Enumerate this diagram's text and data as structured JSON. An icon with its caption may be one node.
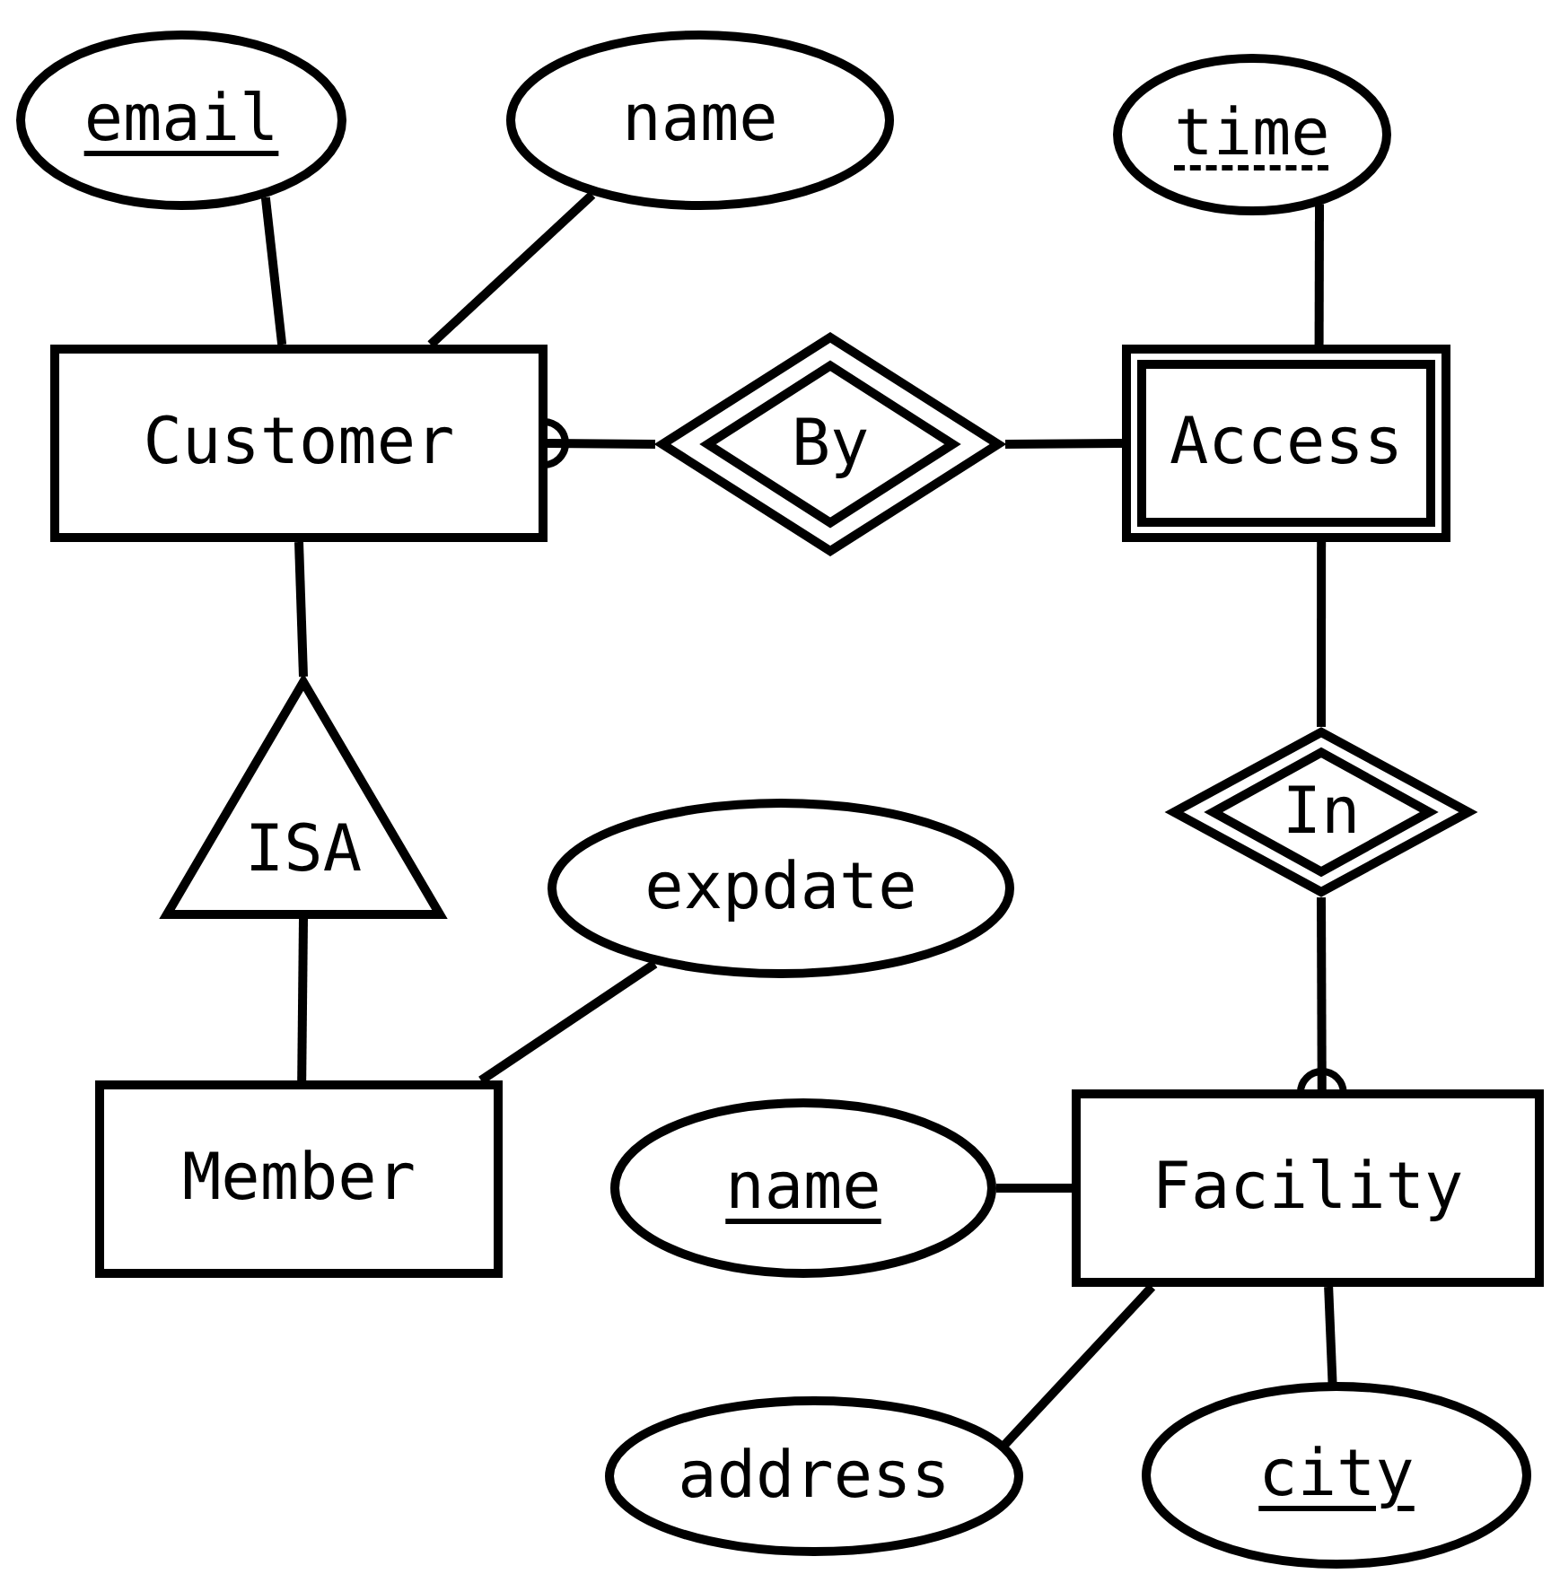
{
  "diagram": {
    "nodes": [
      {
        "text": [
          "email"
        ]
      },
      {
        "text": [
          "name"
        ]
      },
      {
        "text": [
          "time"
        ]
      },
      {
        "text": [
          "Customer"
        ]
      },
      {
        "text": [
          "By"
        ]
      },
      {
        "text": [
          "Access"
        ]
      },
      {
        "text": [
          "ISA"
        ]
      },
      {
        "text": [
          "expdate"
        ]
      },
      {
        "text": [
          "In"
        ]
      },
      {
        "text": [
          "Member"
        ]
      },
      {
        "text": [
          "name"
        ]
      },
      {
        "text": [
          "Facility"
        ]
      },
      {
        "text": [
          "address"
        ]
      },
      {
        "text": [
          "city"
        ]
      }
    ],
    "edges": [
      {
        "from": 0,
        "to": 3,
        "arrow": "none"
      },
      {
        "from": 1,
        "to": 3,
        "arrow": "none"
      },
      {
        "from": 2,
        "to": 5,
        "arrow": "none"
      },
      {
        "from": 4,
        "to": 3,
        "arrow": "other"
      },
      {
        "from": 5,
        "to": 4,
        "arrow": "none"
      },
      {
        "from": 3,
        "to": 6,
        "arrow": "none"
      },
      {
        "from": 6,
        "to": 9,
        "arrow": "none"
      },
      {
        "from": 7,
        "to": 9,
        "arrow": "none"
      },
      {
        "from": 5,
        "to": 8,
        "arrow": "none"
      },
      {
        "from": 8,
        "to": 11,
        "arrow": "other"
      },
      {
        "from": 10,
        "to": 11,
        "arrow": "none"
      },
      {
        "from": 11,
        "to": 12,
        "arrow": "none"
      },
      {
        "from": 11,
        "to": 13,
        "arrow": "none"
      }
    ]
  }
}
